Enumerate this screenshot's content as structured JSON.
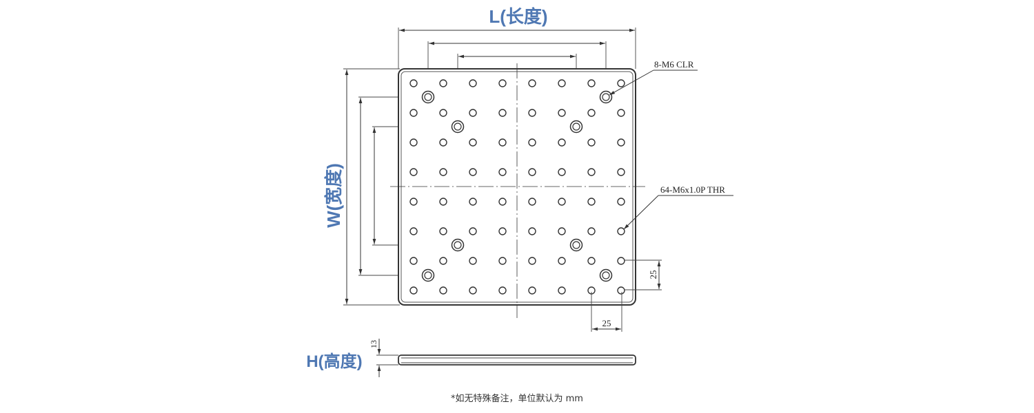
{
  "labels": {
    "length_title": "L(长度)",
    "width_title": "W(宽度)",
    "height_title": "H(高度)"
  },
  "callouts": {
    "clearance_holes": "8-M6 CLR",
    "threaded_holes": "64-M6x1.0P THR"
  },
  "dimensions": {
    "hole_pitch_vertical": "25",
    "hole_pitch_horizontal": "25",
    "thickness": "13"
  },
  "footnote": "*如无特殊备注，单位默认为 mm",
  "colors": {
    "title_blue": "#4f78b3",
    "line": "#333333"
  },
  "plate": {
    "hole_grid_cols": 8,
    "hole_grid_rows": 8,
    "clearance_hole_count": 8
  }
}
